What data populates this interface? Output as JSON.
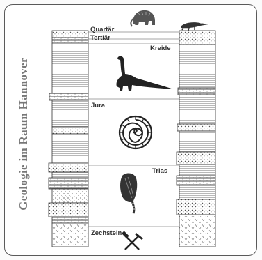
{
  "title": "Geologie im Raum Hannover",
  "periods": {
    "quartaer": "Quartär",
    "tertiaer": "Tertiär",
    "kreide": "Kreide",
    "jura": "Jura",
    "trias": "Trias",
    "zechstein": "Zechstein"
  },
  "icons": {
    "quartaer": "mammoth-icon",
    "tertiaer": "crocodile-icon",
    "kreide": "dinosaur-icon",
    "jura": "ammonite-icon",
    "trias": "fossil-plant-icon",
    "zechstein": "hammer-and-pick-icon"
  }
}
